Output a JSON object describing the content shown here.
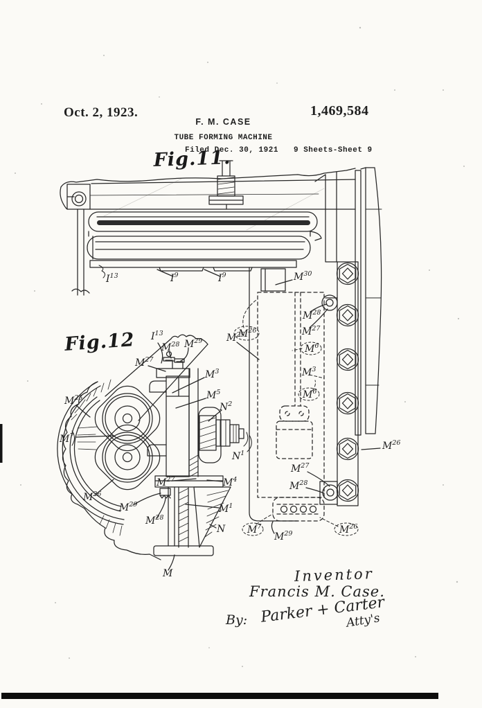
{
  "header": {
    "date": "Oct. 2, 1923.",
    "patent_number": "1,469,584",
    "inventor_name": "F. M. CASE",
    "invention_title": "TUBE FORMING MACHINE",
    "filed_line": "Filed Dec. 30, 1921",
    "sheet_info": "9 Sheets-Sheet 9"
  },
  "fig11": {
    "caption": "Fig.11.",
    "labels": [
      {
        "base": "I",
        "sup": "13"
      },
      {
        "base": "I",
        "sup": "9"
      },
      {
        "base": "I",
        "sup": "9"
      },
      {
        "base": "M",
        "sup": "30"
      },
      {
        "base": "M",
        "sup": "26"
      },
      {
        "base": "M",
        "sup": "28"
      },
      {
        "base": "M",
        "sup": "27"
      },
      {
        "base": "M",
        "sup": "6"
      },
      {
        "base": "M",
        "sup": "3"
      },
      {
        "base": "M",
        "sup": "6"
      },
      {
        "base": "M",
        "sup": "25"
      },
      {
        "base": "M",
        "sup": "26"
      },
      {
        "base": "M",
        "sup": "27"
      },
      {
        "base": "M",
        "sup": "28"
      },
      {
        "base": "M",
        "sup": "7"
      },
      {
        "base": "M",
        "sup": "29"
      },
      {
        "base": "M",
        "sup": "26"
      }
    ]
  },
  "fig12": {
    "caption": "Fig.12",
    "labels": [
      {
        "base": "I",
        "sup": "13"
      },
      {
        "base": "M",
        "sup": "28"
      },
      {
        "base": "M",
        "sup": "29"
      },
      {
        "base": "M",
        "sup": "27"
      },
      {
        "base": "M",
        "sup": "3"
      },
      {
        "base": "M",
        "sup": "5"
      },
      {
        "base": "M",
        "sup": "25"
      },
      {
        "base": "N",
        "sup": "2"
      },
      {
        "base": "M",
        "sup": "7"
      },
      {
        "base": "N",
        "sup": "1"
      },
      {
        "base": "M",
        "sup": "27"
      },
      {
        "base": "M",
        "sup": "4"
      },
      {
        "base": "M",
        "sup": "26"
      },
      {
        "base": "M",
        "sup": "29"
      },
      {
        "base": "M",
        "sup": "28"
      },
      {
        "base": "M",
        "sup": "1"
      },
      {
        "base": "N",
        "sup": ""
      },
      {
        "base": "M",
        "sup": ""
      }
    ]
  },
  "signature": {
    "inventor_heading": "Inventor",
    "inventor_signature": "Francis M. Case.",
    "by_label": "By:",
    "attorney_signature": "Parker + Carter",
    "attorney_suffix": "Atty's"
  },
  "colors": {
    "ink": "#1f1f1f",
    "paper": "#fbfaf6"
  }
}
